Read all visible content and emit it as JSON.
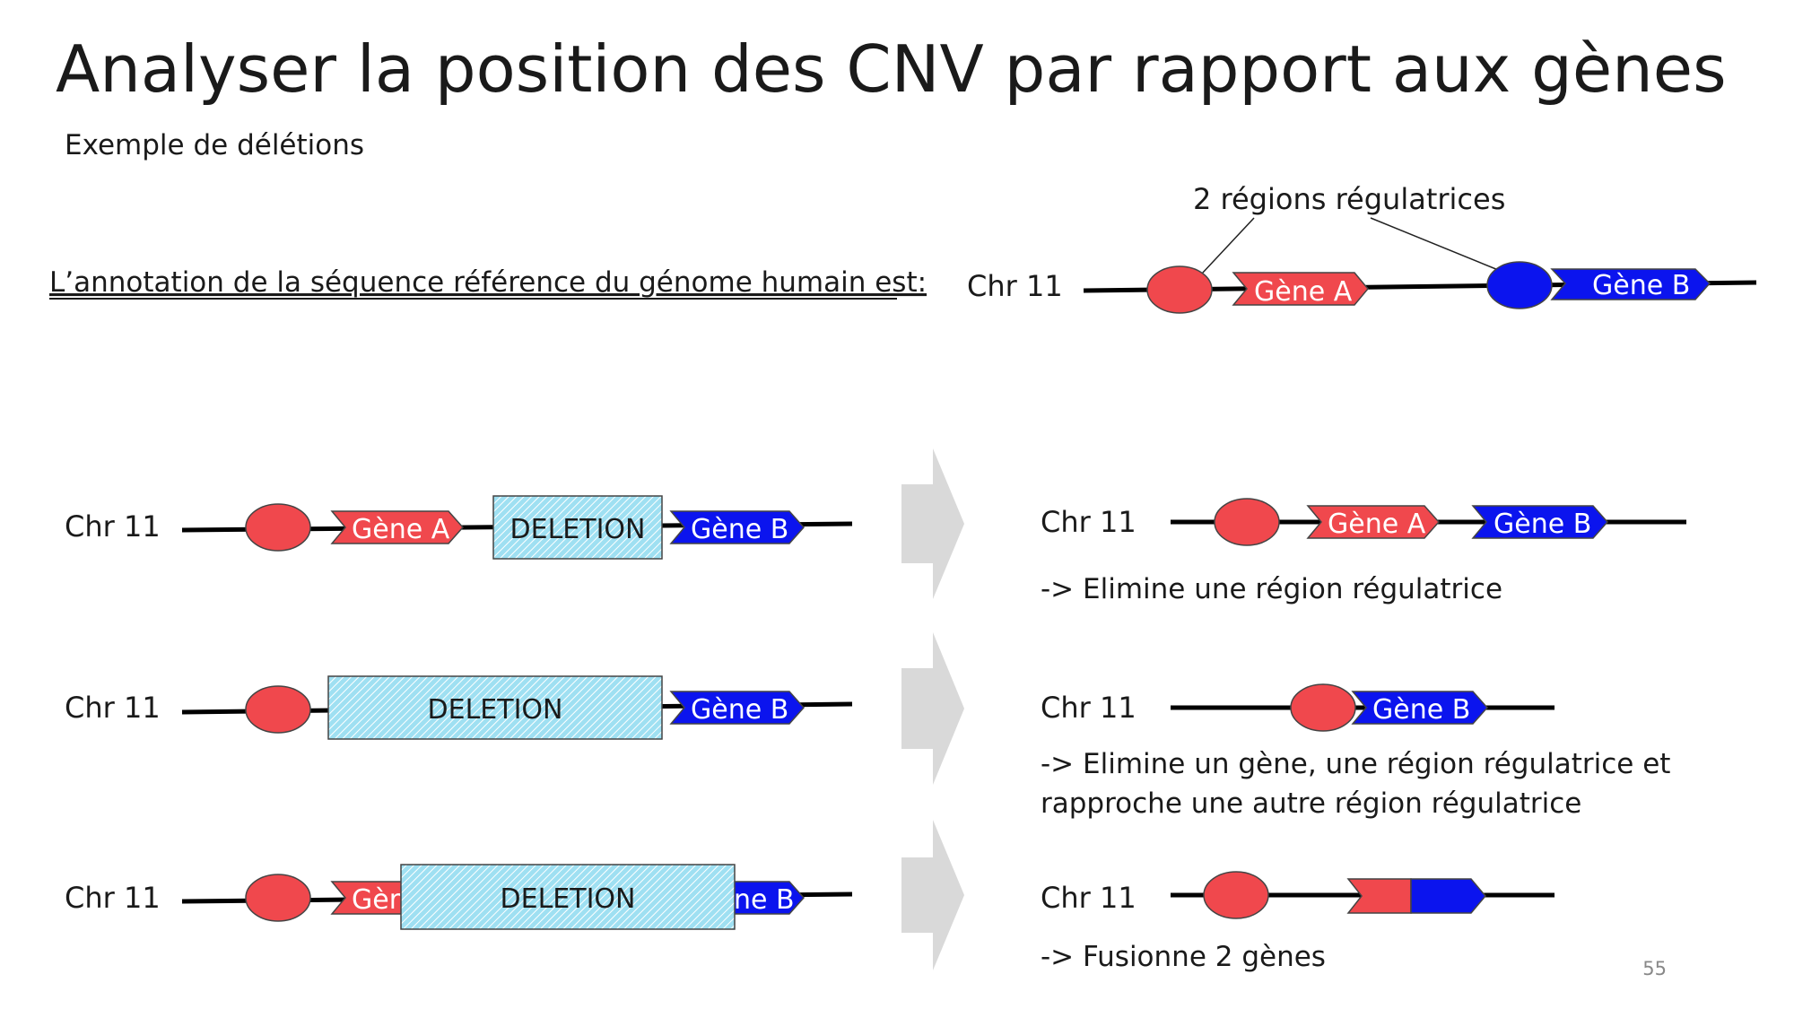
{
  "title": "Analyser la position des CNV par rapport aux gènes",
  "subtitle": "Exemple de délétions",
  "reference": {
    "label": "L’annotation de la séquence référence du génome humain est:",
    "chr": "Chr 11",
    "regulatory_label": "2 régions régulatrices",
    "gene_a": "Gène A",
    "gene_b": "Gène B"
  },
  "cases": [
    {
      "before": {
        "chr": "Chr 11",
        "gene_a": "Gène A",
        "deletion": "DELETION",
        "gene_b": "Gène B"
      },
      "after": {
        "chr": "Chr 11",
        "gene_a": "Gène A",
        "gene_b": "Gène B"
      },
      "description": "-> Elimine une région régulatrice"
    },
    {
      "before": {
        "chr": "Chr 11",
        "deletion": "DELETION",
        "gene_b": "Gène B"
      },
      "after": {
        "chr": "Chr 11",
        "gene_b": "Gène B"
      },
      "description_line1": "-> Elimine un gène, une région régulatrice et",
      "description_line2": "rapproche une autre région régulatrice"
    },
    {
      "before": {
        "chr": "Chr 11",
        "gene_a_partial": "Gèr",
        "deletion": "DELETION",
        "gene_b_partial": "ne B"
      },
      "after": {
        "chr": "Chr 11"
      },
      "description": "-> Fusionne 2 gènes"
    }
  ],
  "page_number": "55",
  "colors": {
    "red": "#f0484d",
    "blue": "#0b14ee",
    "deletion_fill": "#86d6ec",
    "arrow_gray": "#d9d9d9"
  }
}
